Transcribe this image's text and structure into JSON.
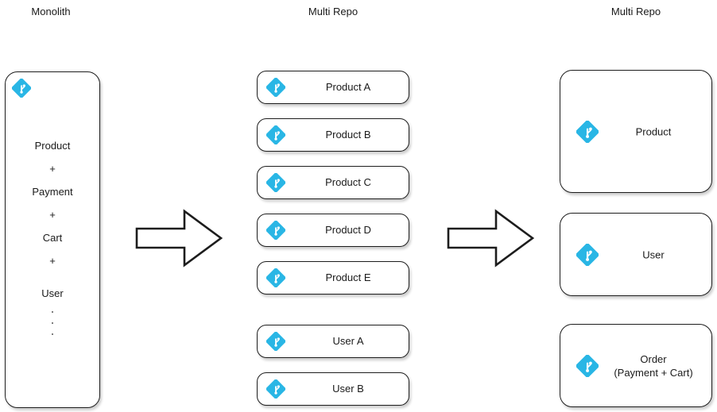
{
  "page": {
    "background": "#ffffff",
    "accent_color": "#29b6e5",
    "border_color": "#1d1d1d",
    "text_color": "#1a1a1a"
  },
  "columns": {
    "left": {
      "title": "Monolith"
    },
    "middle": {
      "title": "Multi Repo"
    },
    "right": {
      "title": "Multi Repo"
    }
  },
  "monolith": {
    "icon": "git-icon",
    "lines": [
      "Product",
      "+",
      "Payment",
      "+",
      "Cart",
      "+",
      "User"
    ],
    "ellipsis": [
      "dot",
      "dot",
      "dot"
    ]
  },
  "multi_repo": {
    "icon": "git-icon",
    "repos": [
      {
        "label": "Product A"
      },
      {
        "label": "Product B"
      },
      {
        "label": "Product C"
      },
      {
        "label": "Product D"
      },
      {
        "label": "Product E"
      },
      {
        "label": "User A"
      },
      {
        "label": "User B"
      }
    ]
  },
  "mono_repo": {
    "icon": "git-icon",
    "boxes": [
      {
        "label": "Product",
        "sub": ""
      },
      {
        "label": "User",
        "sub": ""
      },
      {
        "label": "Order",
        "sub": "(Payment + Cart)"
      }
    ]
  },
  "arrows": [
    {
      "name": "arrow-monolith-to-multirepo",
      "direction": "right"
    },
    {
      "name": "arrow-multirepo-to-monorepo",
      "direction": "right"
    }
  ]
}
